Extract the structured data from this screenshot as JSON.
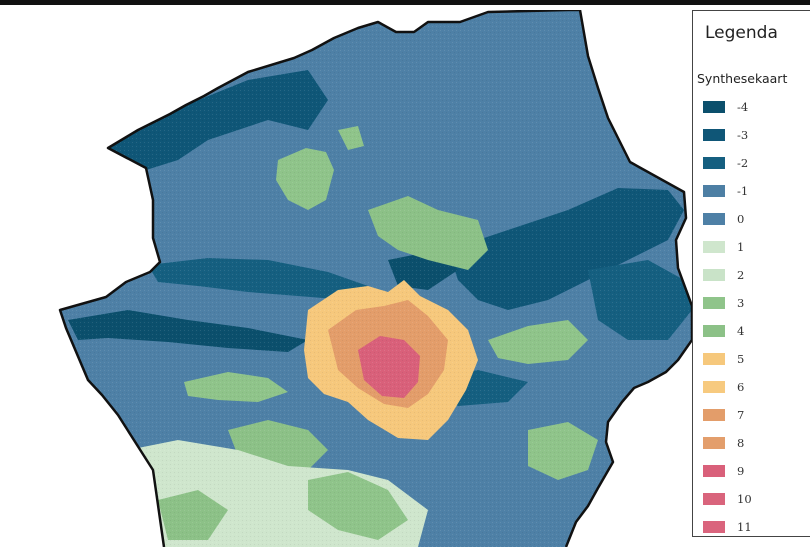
{
  "legend": {
    "title": "Legenda",
    "subtitle": "Synthesekaart",
    "items": [
      {
        "label": "-4",
        "color": "#0b4f6c"
      },
      {
        "label": "-3",
        "color": "#0f5677"
      },
      {
        "label": "-2",
        "color": "#155f80"
      },
      {
        "label": "-1",
        "color": "#4d7fa4"
      },
      {
        "label": "0",
        "color": "#4e80a6"
      },
      {
        "label": "1",
        "color": "#cfe6cd"
      },
      {
        "label": "2",
        "color": "#c9e3c8"
      },
      {
        "label": "3",
        "color": "#8fc48a"
      },
      {
        "label": "4",
        "color": "#8cc187"
      },
      {
        "label": "5",
        "color": "#f6c87c"
      },
      {
        "label": "6",
        "color": "#f7ca7f"
      },
      {
        "label": "7",
        "color": "#e39d6a"
      },
      {
        "label": "8",
        "color": "#e39e6c"
      },
      {
        "label": "9",
        "color": "#d9607a"
      },
      {
        "label": "10",
        "color": "#d9647c"
      },
      {
        "label": "11",
        "color": "#da647d"
      }
    ]
  }
}
